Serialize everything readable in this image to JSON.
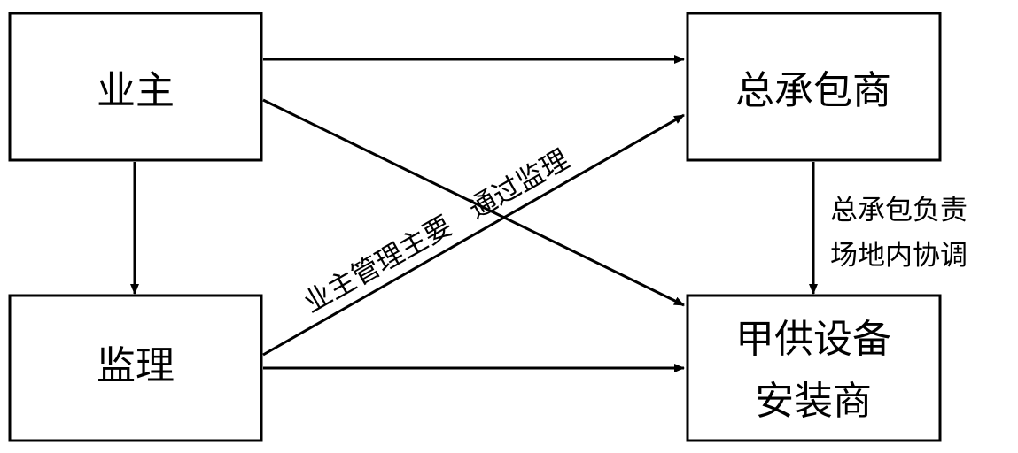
{
  "nodes": {
    "owner": "业主",
    "general_contractor": "总承包商",
    "supervisor": "监理",
    "installer_line1": "甲供设备",
    "installer_line2": "安装商"
  },
  "annotations": {
    "diagonal_part1": "业主管理主要",
    "diagonal_part2": "通过监理",
    "gc_note_line1": "总承包负责",
    "gc_note_line2": "场地内协调"
  },
  "colors": {
    "stroke": "#000000",
    "background": "#ffffff"
  }
}
